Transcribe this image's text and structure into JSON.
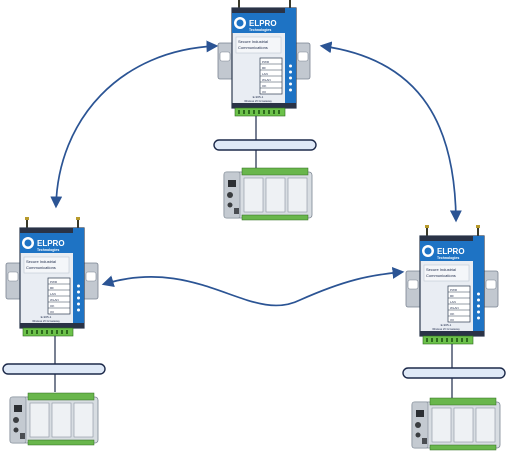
{
  "nodes": [
    {
      "id": "top",
      "brand": "ELPRO",
      "brand_sub": "Technologies",
      "panel_line1": "Secure Industrial",
      "panel_line2": "Communications",
      "model_line1": "E-905-1",
      "model_line2": "Wireless I/O & Gateway"
    },
    {
      "id": "left",
      "brand": "ELPRO",
      "brand_sub": "Technologies",
      "panel_line1": "Secure Industrial",
      "panel_line2": "Communications",
      "model_line1": "E-905-1",
      "model_line2": "Wireless I/O & Gateway"
    },
    {
      "id": "right",
      "brand": "ELPRO",
      "brand_sub": "Technologies",
      "panel_line1": "Secure Industrial",
      "panel_line2": "Communications",
      "model_line1": "E-905-1",
      "model_line2": "Wireless I/O & Gateway"
    }
  ],
  "led_labels": [
    "PWR",
    "RF",
    "LAN",
    "WLAN",
    "OK",
    "I/O"
  ],
  "links": [
    {
      "from": "top",
      "to": "left",
      "direction": "bidirectional"
    },
    {
      "from": "top",
      "to": "right",
      "direction": "bidirectional"
    },
    {
      "from": "left",
      "to": "right",
      "direction": "bidirectional"
    }
  ],
  "colors": {
    "arrow": "#2b5494",
    "device_body": "#e9edf3",
    "device_panel": "#1e73c4",
    "bus": "#dfe9f7",
    "plc_body": "#d8dde2"
  }
}
